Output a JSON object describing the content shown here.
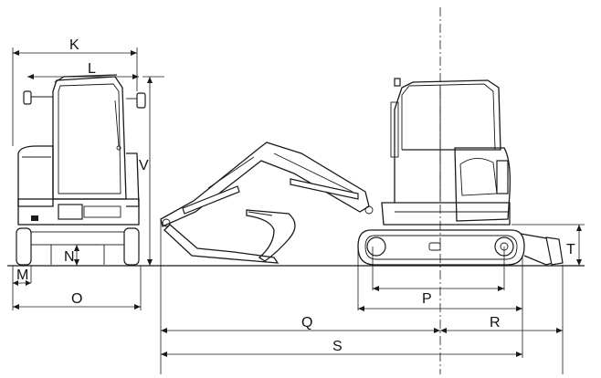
{
  "labels": {
    "K": "K",
    "L": "L",
    "M": "M",
    "N": "N",
    "O": "O",
    "P": "P",
    "Q": "Q",
    "R": "R",
    "S": "S",
    "T": "T",
    "V": "V"
  }
}
